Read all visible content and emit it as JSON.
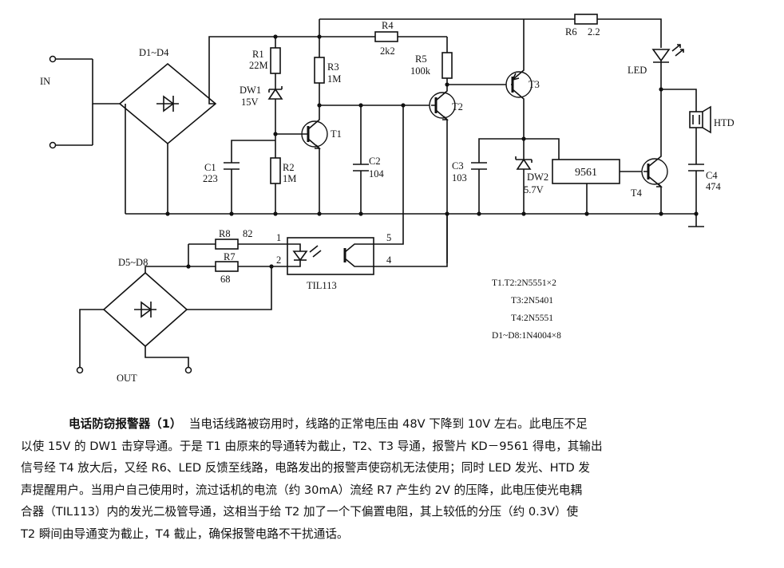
{
  "labels": {
    "in": "IN",
    "out": "OUT",
    "d1d4": "D1~D4",
    "d5d8": "D5~D8",
    "r1": "R1",
    "r1v": "22M",
    "dw1": "DW1",
    "dw1v": "15V",
    "r3": "R3",
    "r3v": "1M",
    "r4": "R4",
    "r4v": "2k2",
    "r5": "R5",
    "r5v": "100k",
    "r6": "R6",
    "r6v": "2.2",
    "t1": "T1",
    "t2": "T2",
    "t3": "T3",
    "t4": "T4",
    "c1": "C1",
    "c1v": "223",
    "r2": "R2",
    "r2v": "1M",
    "c2": "C2",
    "c2v": "104",
    "c3": "C3",
    "c3v": "103",
    "dw2": "DW2",
    "dw2v": "5.7V",
    "chip": "9561",
    "led": "LED",
    "htd": "HTD",
    "c4": "C4",
    "c4v": "474",
    "r8": "R8",
    "r8v": "82",
    "r7": "R7",
    "r7v": "68",
    "pin1": "1",
    "pin2": "2",
    "pin4": "4",
    "pin5": "5",
    "opto": "TIL113"
  },
  "parts_list": [
    "T1.T2:2N5551×2",
    "T3:2N5401",
    "T4:2N5551",
    "D1~D8:1N4004×8"
  ],
  "caption": {
    "title": "电话防窃报警器（1）",
    "line1": "当电话线路被窃用时，线路的正常电压由 48V 下降到 10V 左右。此电压不足",
    "line2": "以使 15V 的 DW1 击穿导通。于是 T1 由原来的导通转为截止，T2、T3 导通，报警片 KD－9561 得电，其输出",
    "line3": "信号经 T4 放大后，又经 R6、LED 反馈至线路，电路发出的报警声使窃机无法使用；同时 LED 发光、HTD 发",
    "line4": "声提醒用户。当用户自己使用时，流过话机的电流（约 30mA）流经 R7 产生约 2V 的压降，此电压使光电耦",
    "line5": "合器（TIL113）内的发光二极管导通，这相当于给 T2 加了一个下偏置电阻，其上较低的分压（约 0.3V）使",
    "line6": "T2 瞬间由导通变为截止，T4 截止，确保报警电路不干扰通话。"
  }
}
